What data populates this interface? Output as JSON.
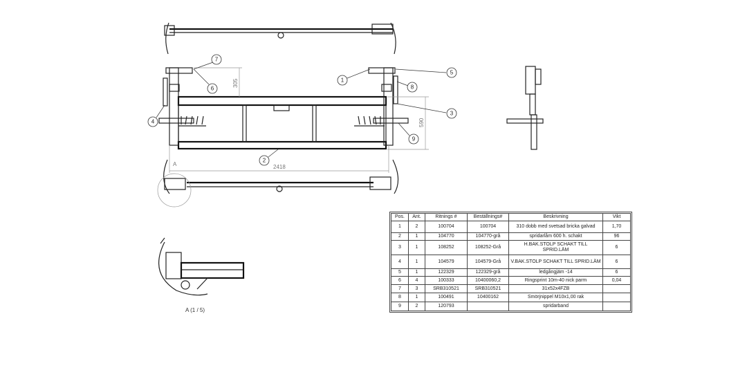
{
  "balloons": {
    "b1": "1",
    "b2": "2",
    "b3": "3",
    "b4": "4",
    "b5": "5",
    "b6": "6",
    "b7": "7",
    "b8": "8",
    "b9": "9"
  },
  "dimensions": {
    "height_upper": "305",
    "height_total": "590",
    "width": "2418"
  },
  "detail": {
    "marker": "A",
    "view_label": "A (1 / 5)"
  },
  "bom": {
    "headers": [
      "Pos.",
      "Ant.",
      "Ritnings #",
      "Beställnings#",
      "Beskrivning",
      "Vikt"
    ],
    "rows": [
      [
        "1",
        "2",
        "100704",
        "100704",
        "310  dobb med svetsad bricka galvad",
        "1,70"
      ],
      [
        "2",
        "1",
        "104770",
        "104770-grå",
        "spridarlåm 600 h. schakt",
        "96"
      ],
      [
        "3",
        "1",
        "108252",
        "108252-Grå",
        "H.BAK.STOLP SCHAKT TILL SPRID.LÄM",
        "6"
      ],
      [
        "4",
        "1",
        "104579",
        "104579-Grå",
        "V.BAK.STOLP SCHAKT TILL SPRID.LÄM",
        "6"
      ],
      [
        "5",
        "1",
        "122329",
        "122329-grå",
        "ledgångjäm -14",
        "6"
      ],
      [
        "6",
        "4",
        "100333",
        "10400060,2",
        "Ringsprint 10m-40 nick parm",
        "0,04"
      ],
      [
        "7",
        "3",
        "SRB310521",
        "SRB310521",
        "31x52x4FZB",
        ""
      ],
      [
        "8",
        "1",
        "100491",
        "10400162",
        "Smörjnippel M10x1,00  rak",
        ""
      ],
      [
        "9",
        "2",
        "120793",
        "",
        "spridarband",
        ""
      ]
    ]
  }
}
